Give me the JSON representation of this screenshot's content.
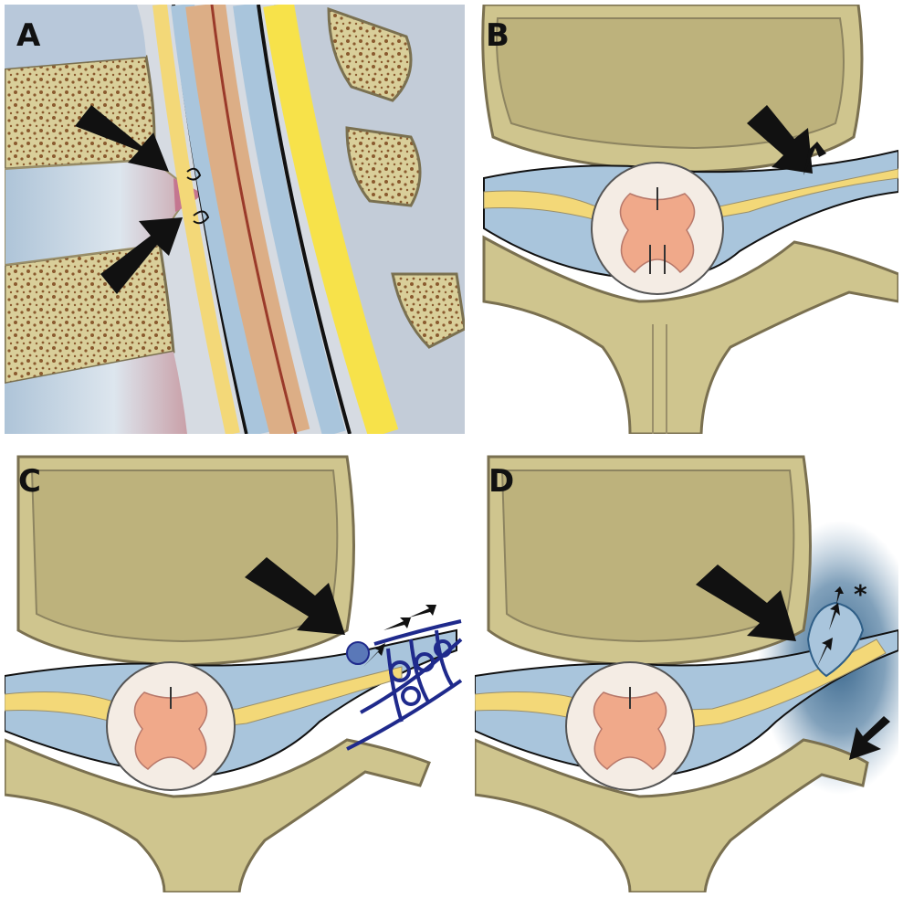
{
  "panels": [
    {
      "id": "A",
      "label": "A",
      "view": "sagittal"
    },
    {
      "id": "B",
      "label": "B",
      "view": "axial"
    },
    {
      "id": "C",
      "label": "C",
      "view": "axial"
    },
    {
      "id": "D",
      "label": "D",
      "view": "axial"
    }
  ],
  "annotations": {
    "d_asterisk": "*"
  },
  "colors": {
    "bone_fill": "#cfc58e",
    "bone_dark": "#b9ad70",
    "bone_outline": "#7a7050",
    "marrow": "#8a5a2e",
    "csf_blue": "#a9c5dc",
    "fat_yellow": "#f3d878",
    "bright_yellow": "#f7e24a",
    "cord_pink": "#f4d8c8",
    "grey_matter": "#f0a98a",
    "cord_tan": "#dcae86",
    "dura_black": "#111111",
    "plexus_navy": "#1f2a8c",
    "leak_cloud": "#2f5e86",
    "arrow": "#111111"
  },
  "icons": [
    "arrow-icon",
    "asterisk-icon"
  ]
}
